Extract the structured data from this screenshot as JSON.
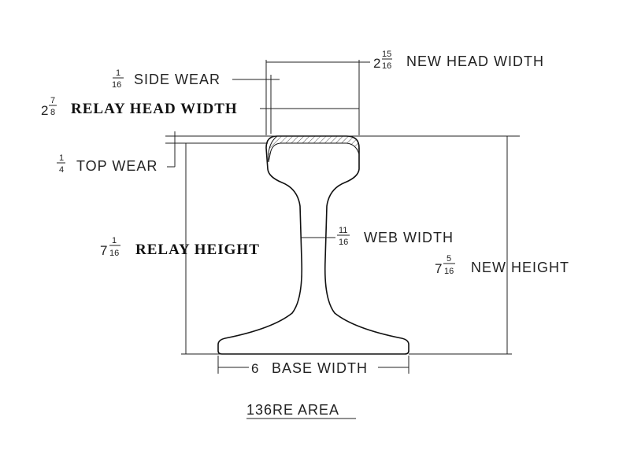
{
  "caption": "136RE AREA",
  "labels": {
    "new_head_width": {
      "whole": "2",
      "num": "15",
      "den": "16",
      "text": "NEW HEAD WIDTH"
    },
    "side_wear": {
      "whole": "",
      "num": "1",
      "den": "16",
      "text": "SIDE WEAR"
    },
    "relay_head_width": {
      "whole": "2",
      "num": "7",
      "den": "8",
      "text": "RELAY HEAD WIDTH"
    },
    "top_wear": {
      "whole": "",
      "num": "1",
      "den": "4",
      "text": "TOP WEAR"
    },
    "web_width": {
      "whole": "",
      "num": "11",
      "den": "16",
      "text": "WEB WIDTH"
    },
    "relay_height": {
      "whole": "7",
      "num": "1",
      "den": "16",
      "text": "RELAY HEIGHT"
    },
    "new_height": {
      "whole": "7",
      "num": "5",
      "den": "16",
      "text": "NEW HEIGHT"
    },
    "base_width": {
      "whole": "6",
      "num": "",
      "den": "",
      "text": "BASE WIDTH"
    }
  }
}
